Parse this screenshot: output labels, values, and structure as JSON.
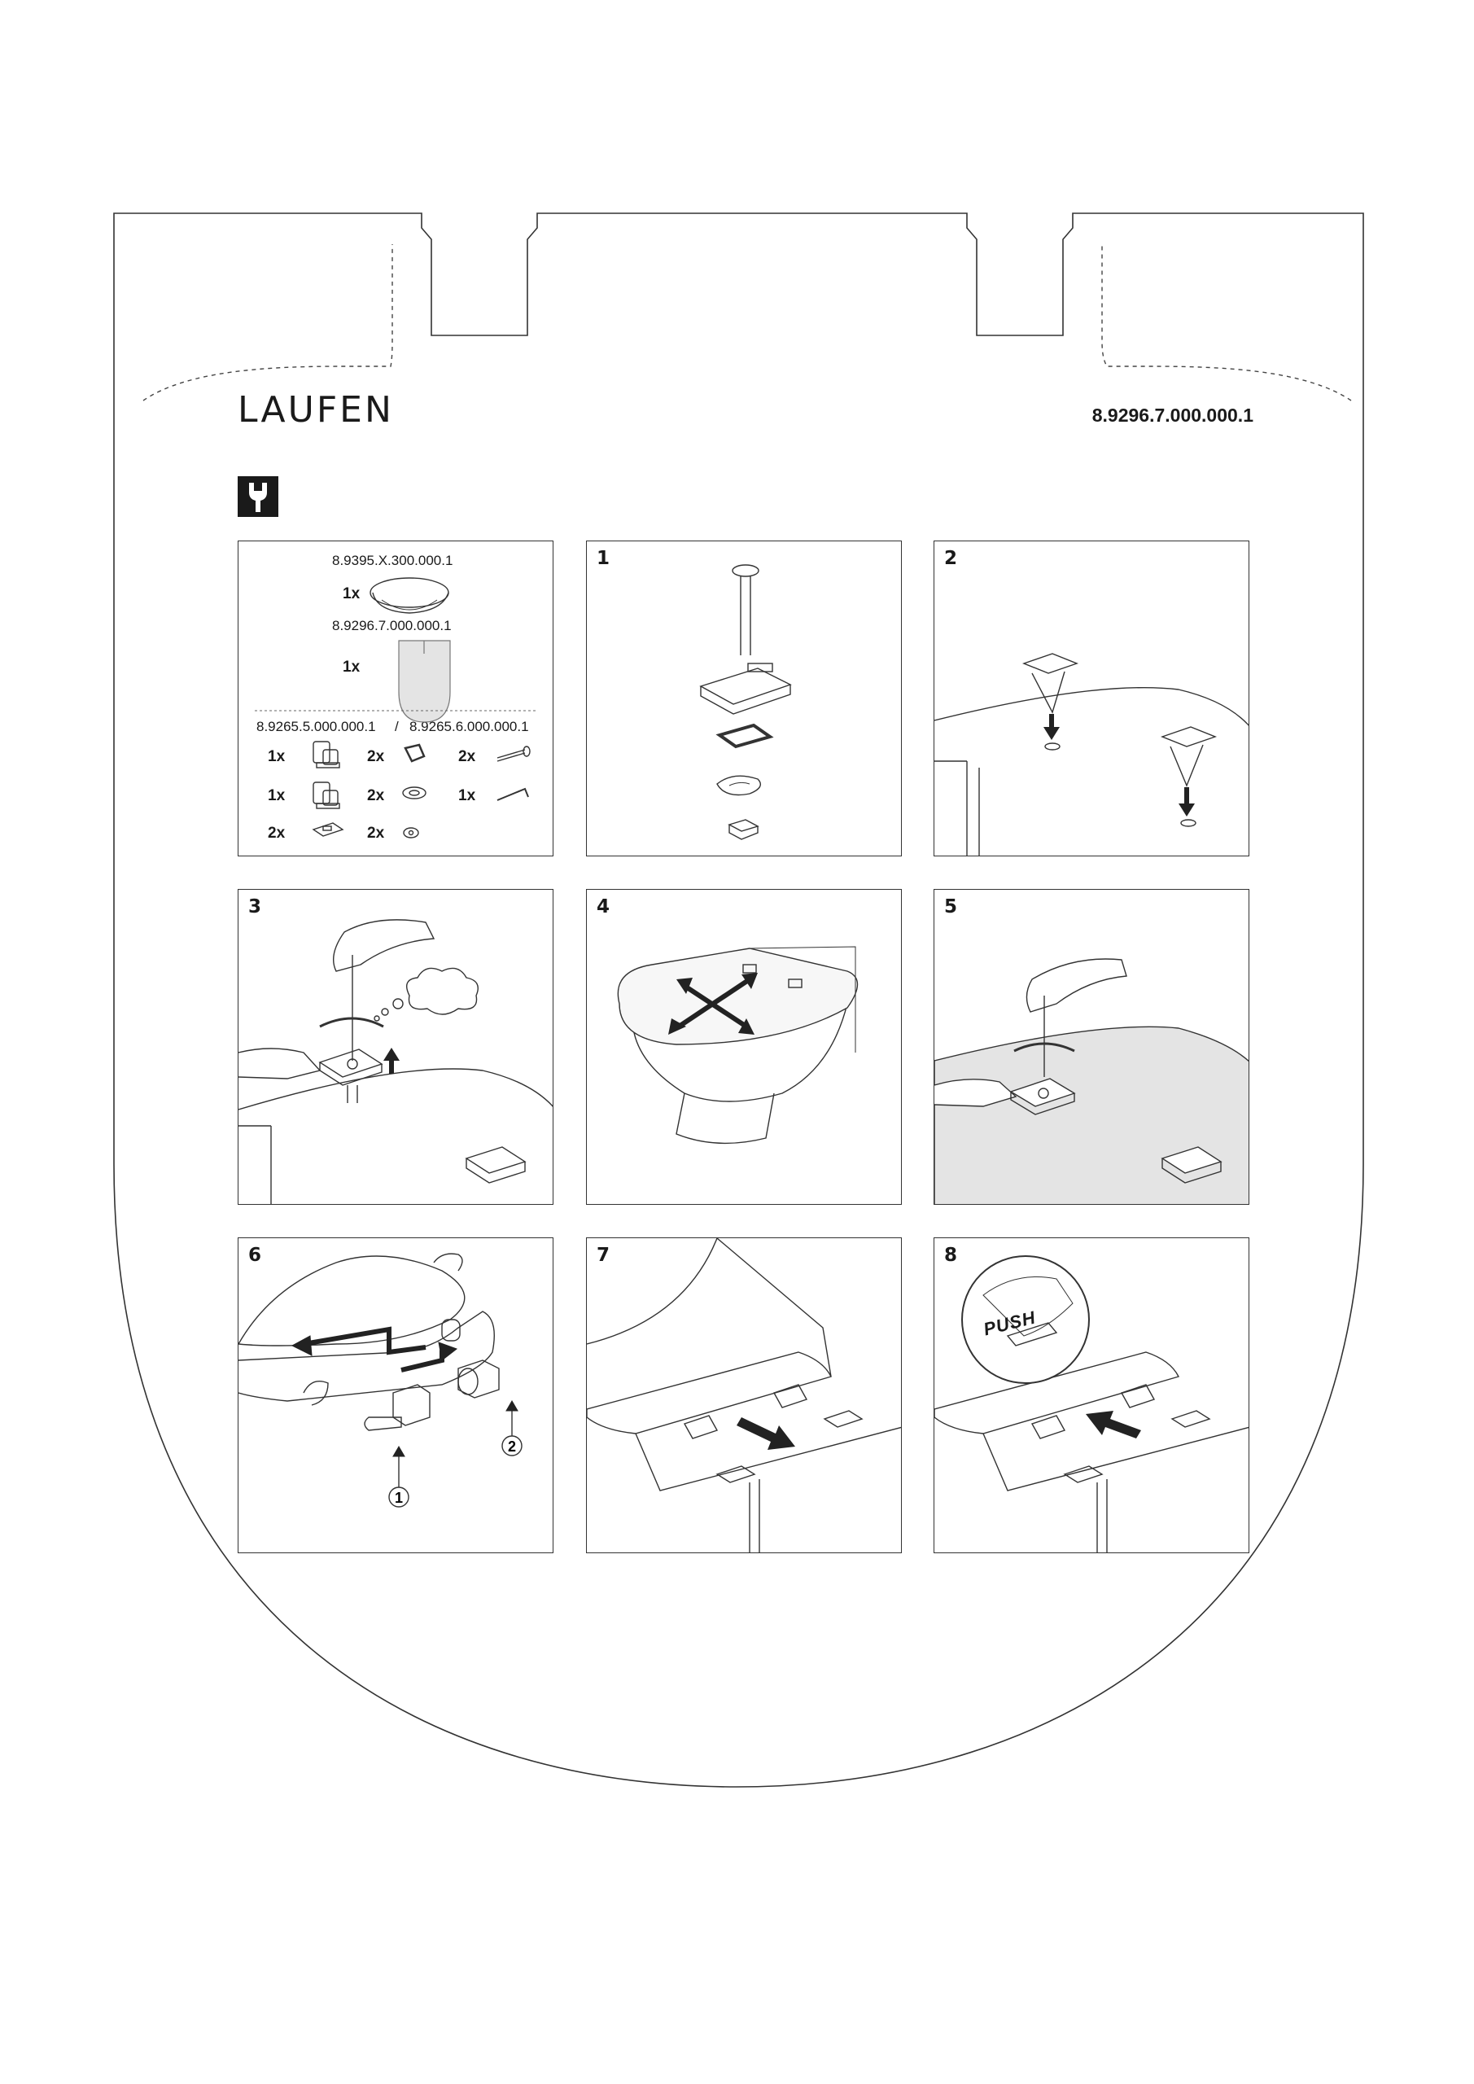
{
  "brand": {
    "logo_text": "LAUFEN",
    "product_code": "8.9296.7.000.000.1"
  },
  "icons": {
    "tool_badge": "wrench-icon"
  },
  "parts_panel": {
    "seat_code": "8.9395.X.300.000.1",
    "seat_qty": "1x",
    "cover_code": "8.9296.7.000.000.1",
    "cover_qty": "1x",
    "kit_code_a": "8.9265.5.000.000.1",
    "kit_separator": "/",
    "kit_code_b": "8.9265.6.000.000.1",
    "items": [
      {
        "qty": "1x",
        "icon": "hinge-left-icon"
      },
      {
        "qty": "2x",
        "icon": "gasket-icon"
      },
      {
        "qty": "2x",
        "icon": "bolt-icon"
      },
      {
        "qty": "1x",
        "icon": "hinge-right-icon"
      },
      {
        "qty": "2x",
        "icon": "washer-icon"
      },
      {
        "qty": "1x",
        "icon": "allen-key-icon"
      },
      {
        "qty": "2x",
        "icon": "mounting-plate-icon"
      },
      {
        "qty": "2x",
        "icon": "nut-icon"
      }
    ]
  },
  "steps": [
    {
      "number": "1"
    },
    {
      "number": "2"
    },
    {
      "number": "3"
    },
    {
      "number": "4"
    },
    {
      "number": "5"
    },
    {
      "number": "6",
      "markers": [
        "1",
        "2"
      ]
    },
    {
      "number": "7"
    },
    {
      "number": "8",
      "label": "PUSH"
    }
  ]
}
